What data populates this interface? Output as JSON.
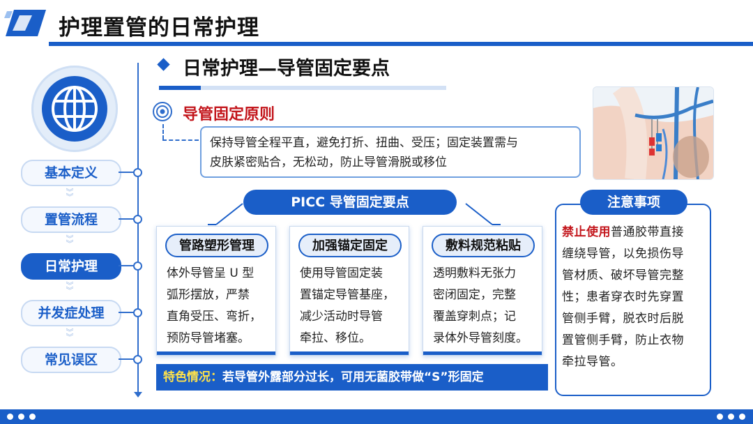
{
  "header": {
    "title": "护理置管的日常护理"
  },
  "sidebar": {
    "items": [
      {
        "label": "基本定义",
        "active": false
      },
      {
        "label": "置管流程",
        "active": false
      },
      {
        "label": "日常护理",
        "active": true
      },
      {
        "label": "并发症处理",
        "active": false
      },
      {
        "label": "常见误区",
        "active": false
      }
    ]
  },
  "section": {
    "title": "日常护理—导管固定要点",
    "principle_title": "导管固定原则",
    "principle_lines": [
      "保持导管全程平直，避免打折、扭曲、受压；固定装置需与",
      "皮肤紧密贴合，无松动，防止导管滑脱或移位"
    ]
  },
  "picc": {
    "banner": "PICC 导管固定要点",
    "cards": [
      {
        "title": "管路塑形管理",
        "lines": [
          "体外导管呈 U 型",
          "弧形摆放，严禁",
          "直角受压、弯折，",
          "预防导管堵塞。"
        ]
      },
      {
        "title": "加强锚定固定",
        "lines": [
          "使用导管固定装",
          "置锚定导管基座，",
          "减少活动时导管",
          "牵拉、移位。"
        ]
      },
      {
        "title": "敷料规范粘贴",
        "lines": [
          "透明敷料无张力",
          "密闭固定，完整",
          "覆盖穿刺点；记",
          "录体外导管刻度。"
        ]
      }
    ],
    "feature_label": "特色情况：",
    "feature_text": "若导管外露部分过长，可用无菌胶带做“S”形固定"
  },
  "notes": {
    "title": "注意事项",
    "warn": "禁止使用",
    "lines": [
      "普通胶带直接",
      "缠绕导管，以免损伤导",
      "管材质、破坏导管完整",
      "性；患者穿衣时先穿置",
      "管侧手臂，脱衣时后脱",
      "置管侧手臂，防止衣物",
      "牵拉导管。"
    ]
  },
  "colors": {
    "primary": "#1a5ec8",
    "warning": "#c3161c",
    "highlight": "#ffe24a"
  },
  "icons": [
    "logo-mark",
    "globe-icon",
    "target-icon",
    "diamond-bullet-icon",
    "chevron-down-icon",
    "picc-illustration"
  ]
}
